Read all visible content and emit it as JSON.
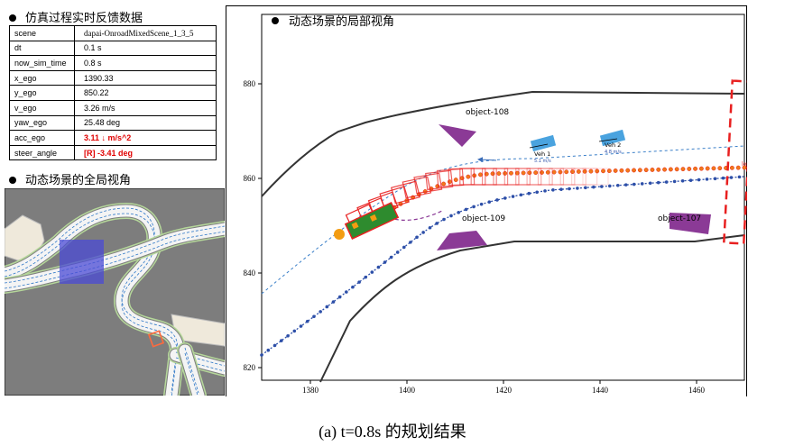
{
  "feedback_panel": {
    "title": "仿真过程实时反馈数据",
    "rows": [
      {
        "key": "scene",
        "value": "dapai-OnroadMixedScene_1_3_5",
        "highlight": false
      },
      {
        "key": "dt",
        "value": "0.1 s",
        "highlight": false
      },
      {
        "key": "now_sim_time",
        "value": "0.8 s",
        "highlight": false
      },
      {
        "key": "x_ego",
        "value": "1390.33",
        "highlight": false
      },
      {
        "key": "y_ego",
        "value": "850.22",
        "highlight": false
      },
      {
        "key": "v_ego",
        "value": "3.26  m/s",
        "highlight": false
      },
      {
        "key": "yaw_ego",
        "value": "25.48 deg",
        "highlight": false
      },
      {
        "key": "acc_ego",
        "value": "3.11  ↓ m/s^2",
        "highlight": true
      },
      {
        "key": "steer_angle",
        "value": "[R]  -3.41 deg",
        "highlight": true
      }
    ]
  },
  "global_view": {
    "title": "动态场景的全局视角",
    "colors": {
      "background": "#7d7d7d",
      "road_edge": "#b5d79a",
      "road_fill": "#f4f4f4",
      "viewport": "#4b4bd6",
      "lane_line": "#2f78c8"
    }
  },
  "local_view": {
    "title": "动态场景的局部视角",
    "x_ticks": [
      "1380",
      "1400",
      "1420",
      "1440",
      "1460"
    ],
    "y_ticks": [
      "880",
      "860",
      "840",
      "820"
    ],
    "objects": [
      {
        "label": "object-108"
      },
      {
        "label": "object-109"
      },
      {
        "label": "object-107"
      }
    ],
    "vehicles": [
      {
        "label": "Veh 1",
        "speed": "5.1 m/s"
      },
      {
        "label": "Veh 2",
        "speed": "4.8 m/s"
      }
    ],
    "edge_label": "lo",
    "colors": {
      "road_boundary": "#333333",
      "object": "#8b3a96",
      "vehicle": "#4aa3df",
      "trajectory": "#e8383c",
      "reference_path": "#2d4fa8",
      "ego_marker": "#f39c12",
      "ego_body": "#2e8b2e",
      "predicted": "#8b3a96",
      "goal_box": "#e82020"
    }
  },
  "caption": "(a) t=0.8s 的规划结果"
}
